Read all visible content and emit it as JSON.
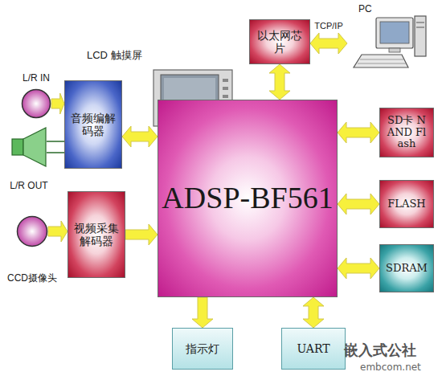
{
  "diagram": {
    "nodes": [
      {
        "text": [
          "PC"
        ]
      },
      {
        "text": [
          "以太网芯片"
        ]
      },
      {
        "text": [
          "LCD 触摸屏"
        ]
      },
      {
        "text": [
          "L/R IN"
        ]
      },
      {
        "text": [
          "音频编解码器"
        ]
      },
      {
        "text": [
          "L/R OUT"
        ]
      },
      {
        "text": [
          "ADSP-BF561"
        ]
      },
      {
        "text": [
          "SD卡 NAND Flash"
        ]
      },
      {
        "text": [
          "FLASH"
        ]
      },
      {
        "text": [
          "视频采集解码器"
        ]
      },
      {
        "text": [
          "CCD摄像头"
        ]
      },
      {
        "text": [
          "SDRAM"
        ]
      },
      {
        "text": [
          "指示灯"
        ]
      },
      {
        "text": [
          "UART"
        ]
      }
    ],
    "edges": [
      {
        "from": 3,
        "to": 4,
        "arrow": "to"
      },
      {
        "from": 1,
        "to": 0,
        "label": "TCP/IP",
        "arrow": "both"
      },
      {
        "from": 1,
        "to": 6,
        "arrow": "both"
      },
      {
        "from": 4,
        "to": 6,
        "arrow": "both"
      },
      {
        "from": 4,
        "to": 5,
        "arrow": "none"
      },
      {
        "from": 6,
        "to": 7,
        "arrow": "both"
      },
      {
        "from": 6,
        "to": 8,
        "arrow": "both"
      },
      {
        "from": 10,
        "to": 9,
        "arrow": "to"
      },
      {
        "from": 9,
        "to": 6,
        "arrow": "to"
      },
      {
        "from": 6,
        "to": 11,
        "arrow": "both"
      },
      {
        "from": 6,
        "to": 12,
        "arrow": "to"
      },
      {
        "from": 13,
        "to": 6,
        "arrow": "both"
      }
    ],
    "labels": [
      "嵌入式公社",
      "embcom.net"
    ]
  }
}
